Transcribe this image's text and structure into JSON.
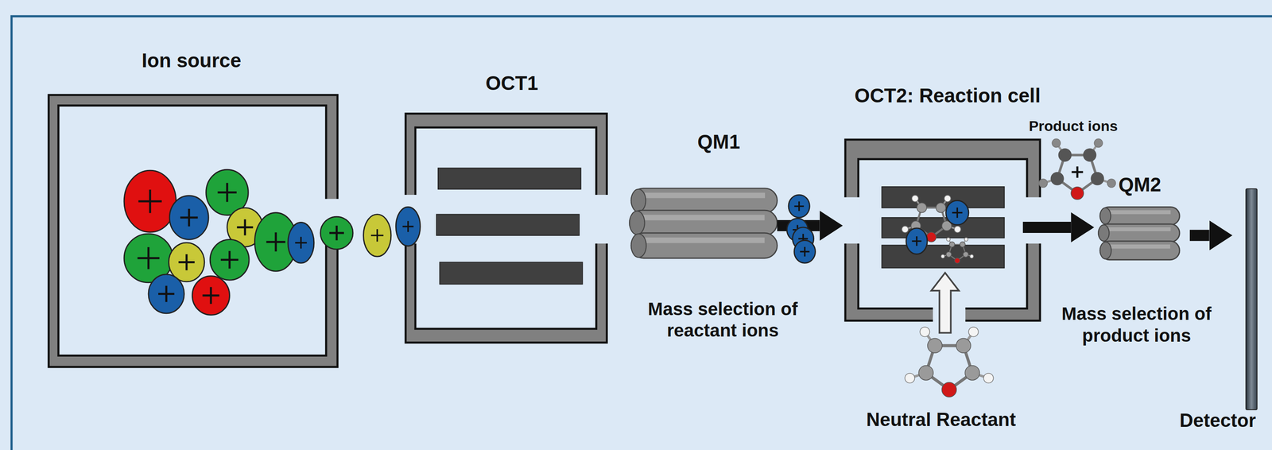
{
  "diagram": {
    "nodes": [
      {
        "text": [
          "Ion source"
        ]
      },
      {
        "text": [
          "OCT1"
        ]
      },
      {
        "text": [
          "QM1",
          "Mass selection of reactant ions"
        ]
      },
      {
        "text": [
          "OCT2: Reaction cell"
        ]
      },
      {
        "text": [
          "QM2",
          "Mass selection of product ions"
        ]
      },
      {
        "text": [
          "Detector"
        ]
      }
    ],
    "edges": [
      {
        "from": 2,
        "to": 3,
        "arrow": "to"
      },
      {
        "from": 3,
        "to": 4,
        "arrow": "to"
      },
      {
        "from": 4,
        "to": 5,
        "arrow": "to"
      }
    ],
    "labels": [
      "Product ions",
      "Neutral Reactant"
    ]
  }
}
